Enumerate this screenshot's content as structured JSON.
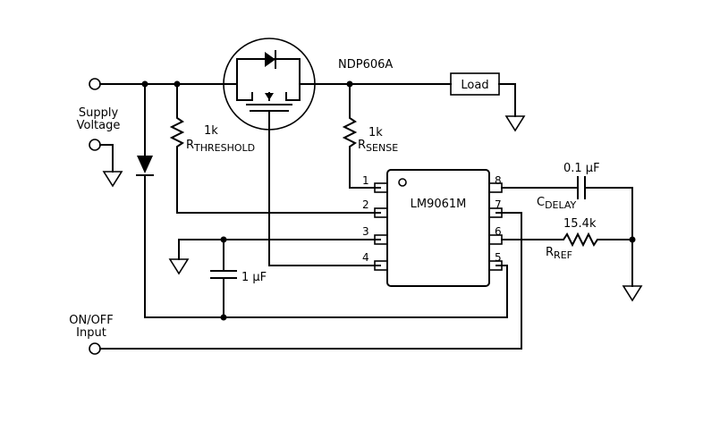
{
  "labels": {
    "supply_line1": "Supply",
    "supply_line2": "Voltage",
    "onoff_line1": "ON/OFF",
    "onoff_line2": "Input",
    "mosfet_part": "NDP606A",
    "load": "Load",
    "rthreshold_value": "1k",
    "rthreshold_main": "R",
    "rthreshold_sub": "THRESHOLD",
    "rsense_value": "1k",
    "rsense_main": "R",
    "rsense_sub": "SENSE",
    "ic_part": "LM9061M",
    "cap_timing_value": "1 μF",
    "cdelay_value": "0.1 μF",
    "cdelay_main": "C",
    "cdelay_sub": "DELAY",
    "rref_value": "15.4k",
    "rref_main": "R",
    "rref_sub": "REF"
  },
  "pins": [
    "1",
    "2",
    "3",
    "4",
    "5",
    "6",
    "7",
    "8"
  ]
}
